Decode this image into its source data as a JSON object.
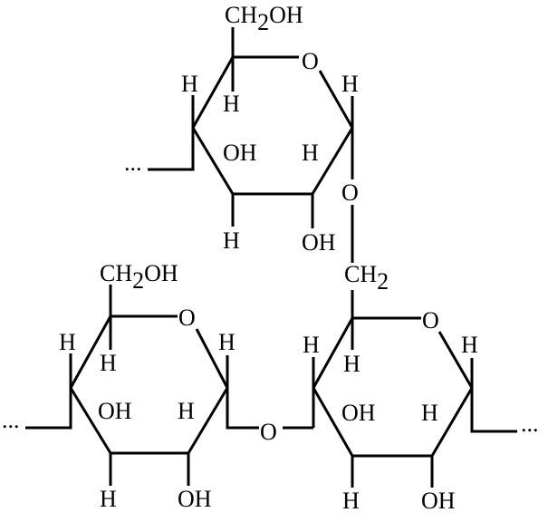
{
  "labels": {
    "ch2oh_c": "CH",
    "two": "2",
    "oh_tail": "OH",
    "o": "O",
    "h": "H",
    "oh": "OH",
    "ch2_c": "CH",
    "ellipsis": "..."
  }
}
